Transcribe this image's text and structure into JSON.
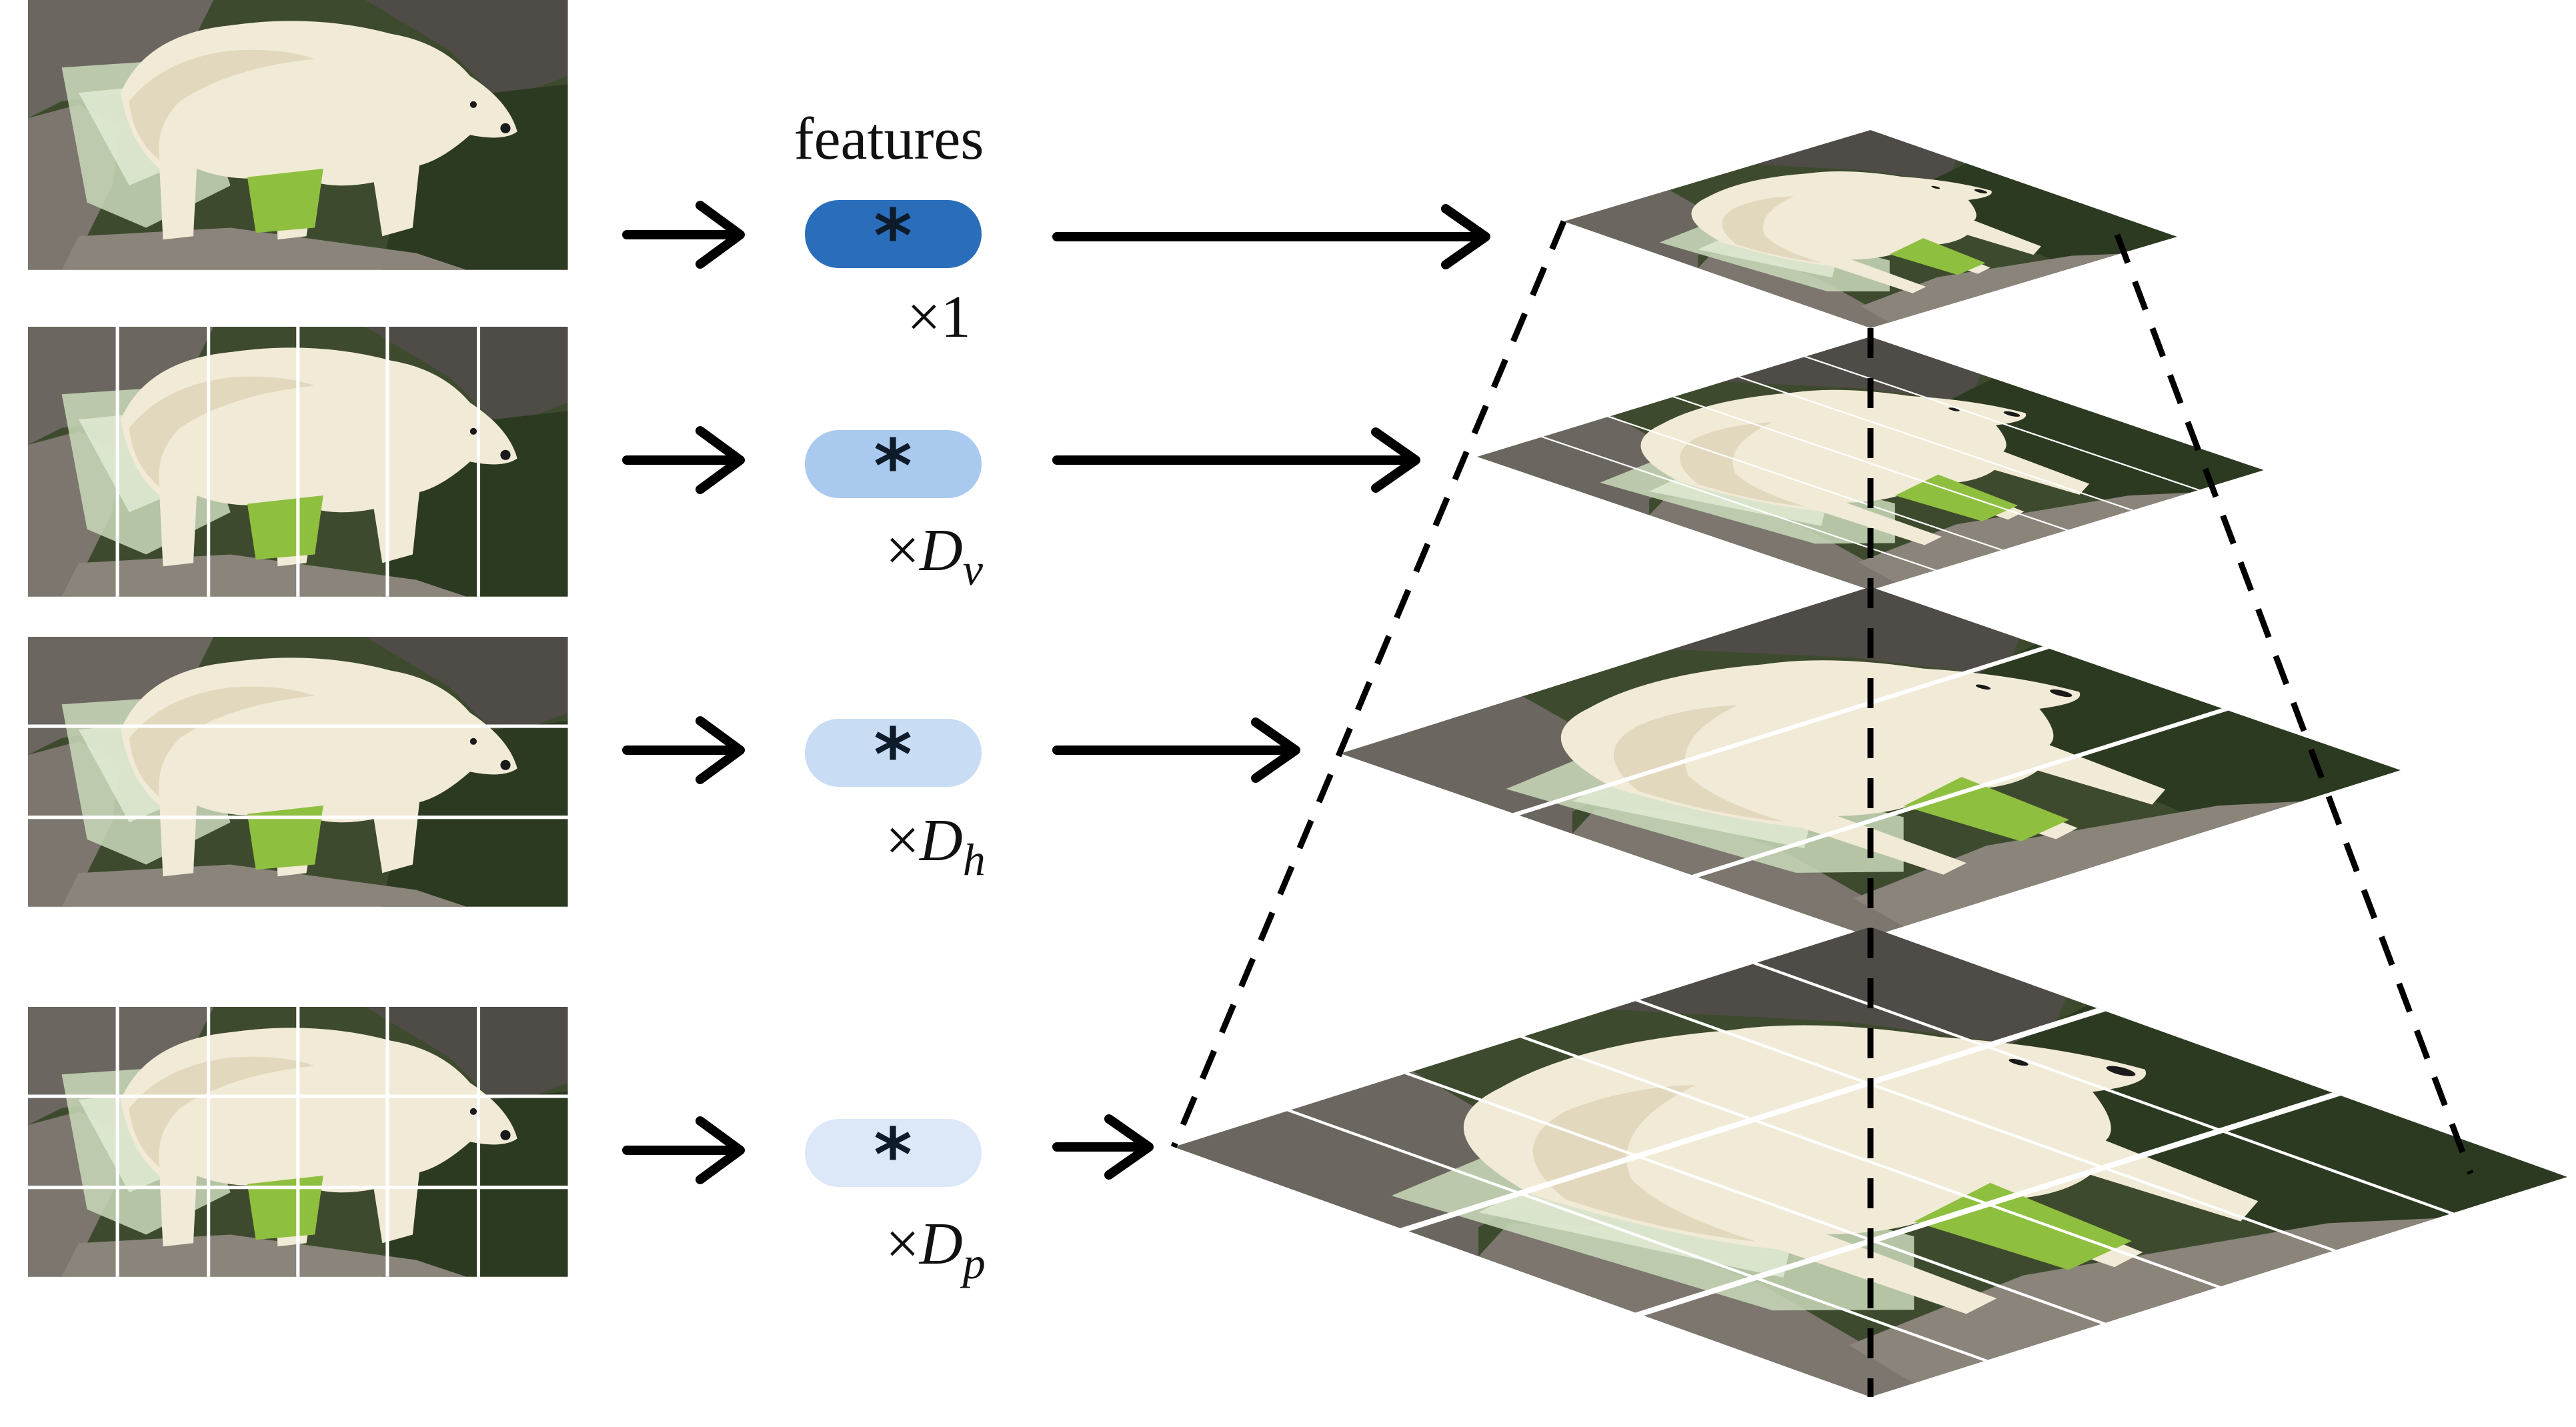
{
  "header": {
    "features_label": "features"
  },
  "rows": [
    {
      "id": "global",
      "multiplier_prefix": "×",
      "multiplier_main": "1",
      "multiplier_sub": "",
      "pill_color": "#2a6ebb",
      "star_color": "#0d1b2a",
      "grid": "none"
    },
    {
      "id": "vertical",
      "multiplier_prefix": "×",
      "multiplier_main": "D",
      "multiplier_sub": "v",
      "pill_color": "#a9c9ee",
      "star_color": "#0d1b2a",
      "grid": "vertical"
    },
    {
      "id": "horizontal",
      "multiplier_prefix": "×",
      "multiplier_main": "D",
      "multiplier_sub": "h",
      "pill_color": "#c8dcf4",
      "star_color": "#0d1b2a",
      "grid": "horizontal"
    },
    {
      "id": "patch",
      "multiplier_prefix": "×",
      "multiplier_main": "D",
      "multiplier_sub": "p",
      "pill_color": "#dce8f8",
      "star_color": "#0d1b2a",
      "grid": "patch"
    }
  ],
  "symbols": {
    "feature_glyph": "*"
  },
  "icons": {
    "arrow": "right-arrow-icon",
    "image": "polar-bear-image"
  },
  "colors": {
    "arrow": "#000000",
    "grid_line": "#ffffff",
    "dashed": "#000000"
  }
}
